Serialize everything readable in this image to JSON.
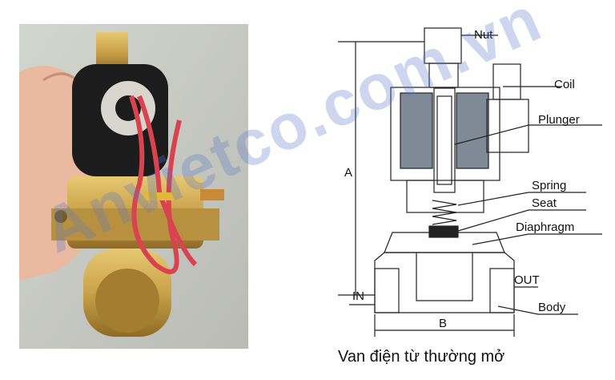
{
  "labels": {
    "nut": "Nut",
    "coil": "Coil",
    "plunger": "Plunger",
    "spring": "Spring",
    "seat": "Seat",
    "diaphragm": "Diaphragm",
    "out": "OUT",
    "in": "IN",
    "body": "Body",
    "dim_a": "A",
    "dim_b": "B"
  },
  "caption": "Van điện từ thường mở",
  "watermark": "Anvietco.com.vn",
  "colors": {
    "brass": "#c9a24a",
    "coil_body": "#1c1c1c",
    "wire": "#d8434f",
    "watermark": "#5a78c8"
  }
}
